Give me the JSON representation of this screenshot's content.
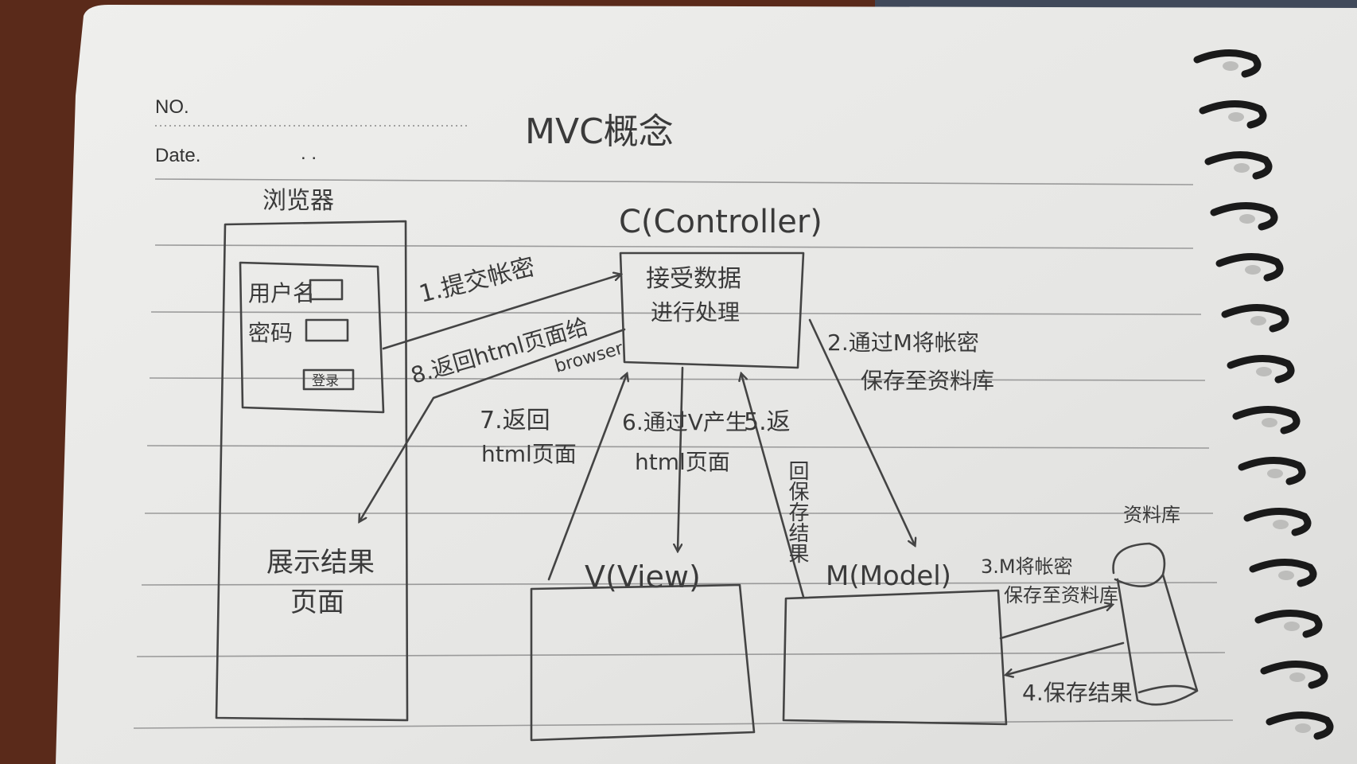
{
  "header": {
    "no_label": "NO.",
    "date_label": "Date.",
    "date_dots": ".        ."
  },
  "title": "MVC概念",
  "nodes": {
    "browser": {
      "label": "浏览器",
      "form": {
        "username_label": "用户名",
        "password_label": "密码",
        "login_button": "登录"
      },
      "result_page_line1": "展示结果",
      "result_page_line2": "页面"
    },
    "controller": {
      "label": "C(Controller)",
      "body_line1": "接受数据",
      "body_line2": "进行处理"
    },
    "view": {
      "label": "V(View)"
    },
    "model": {
      "label": "M(Model)"
    },
    "database": {
      "label": "资料库"
    }
  },
  "arrows": {
    "step1": "1.提交帐密",
    "step2_line1": "2.通过M将帐密",
    "step2_line2": "保存至资料库",
    "step3_line1": "3.M将帐密",
    "step3_line2": "保存至资料库",
    "step4": "4.保存结果",
    "step5_prefix": "5.返",
    "step5_vertical": "回保存结果",
    "step6_line1": "6.通过V产生",
    "step6_line2": "html页面",
    "step7_line1": "7.返回",
    "step7_line2": "html页面",
    "step8": "8.返回html页面给",
    "step8_sub": "browser"
  },
  "colors": {
    "paper": "#e9e9e7",
    "pencil": "#444444",
    "rule_line": "#9a9a9a",
    "background": "#5a2a1a",
    "binding_ring": "#1a1a1a"
  }
}
